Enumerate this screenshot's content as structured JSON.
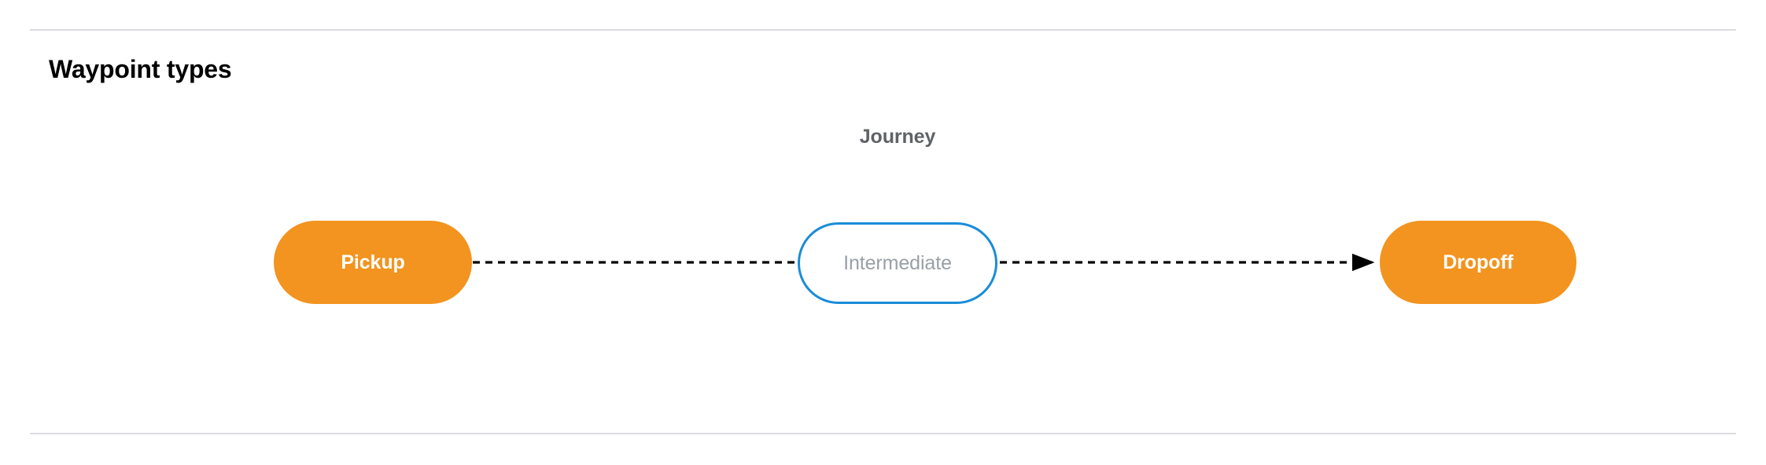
{
  "section": {
    "title": "Waypoint types"
  },
  "diagram": {
    "graph_label": "Journey",
    "nodes": [
      {
        "id": "pickup",
        "label": "Pickup",
        "type": "terminal",
        "fill": "#F2941F",
        "text_color": "#ffffff"
      },
      {
        "id": "intermediate",
        "label": "Intermediate",
        "type": "intermediate",
        "fill": "#ffffff",
        "border_color": "#1A8CD8",
        "text_color": "#9aa0a6"
      },
      {
        "id": "dropoff",
        "label": "Dropoff",
        "type": "terminal",
        "fill": "#F2941F",
        "text_color": "#ffffff"
      }
    ],
    "edges": [
      {
        "from": "pickup",
        "to": "intermediate",
        "style": "dashed",
        "arrow": false,
        "color": "#000000"
      },
      {
        "from": "intermediate",
        "to": "dropoff",
        "style": "dashed",
        "arrow": true,
        "color": "#000000"
      }
    ]
  },
  "theme": {
    "divider_color": "#dadce0",
    "title_color": "#000000",
    "label_color": "#5f6368",
    "accent_orange": "#F2941F",
    "accent_blue": "#1A8CD8"
  }
}
